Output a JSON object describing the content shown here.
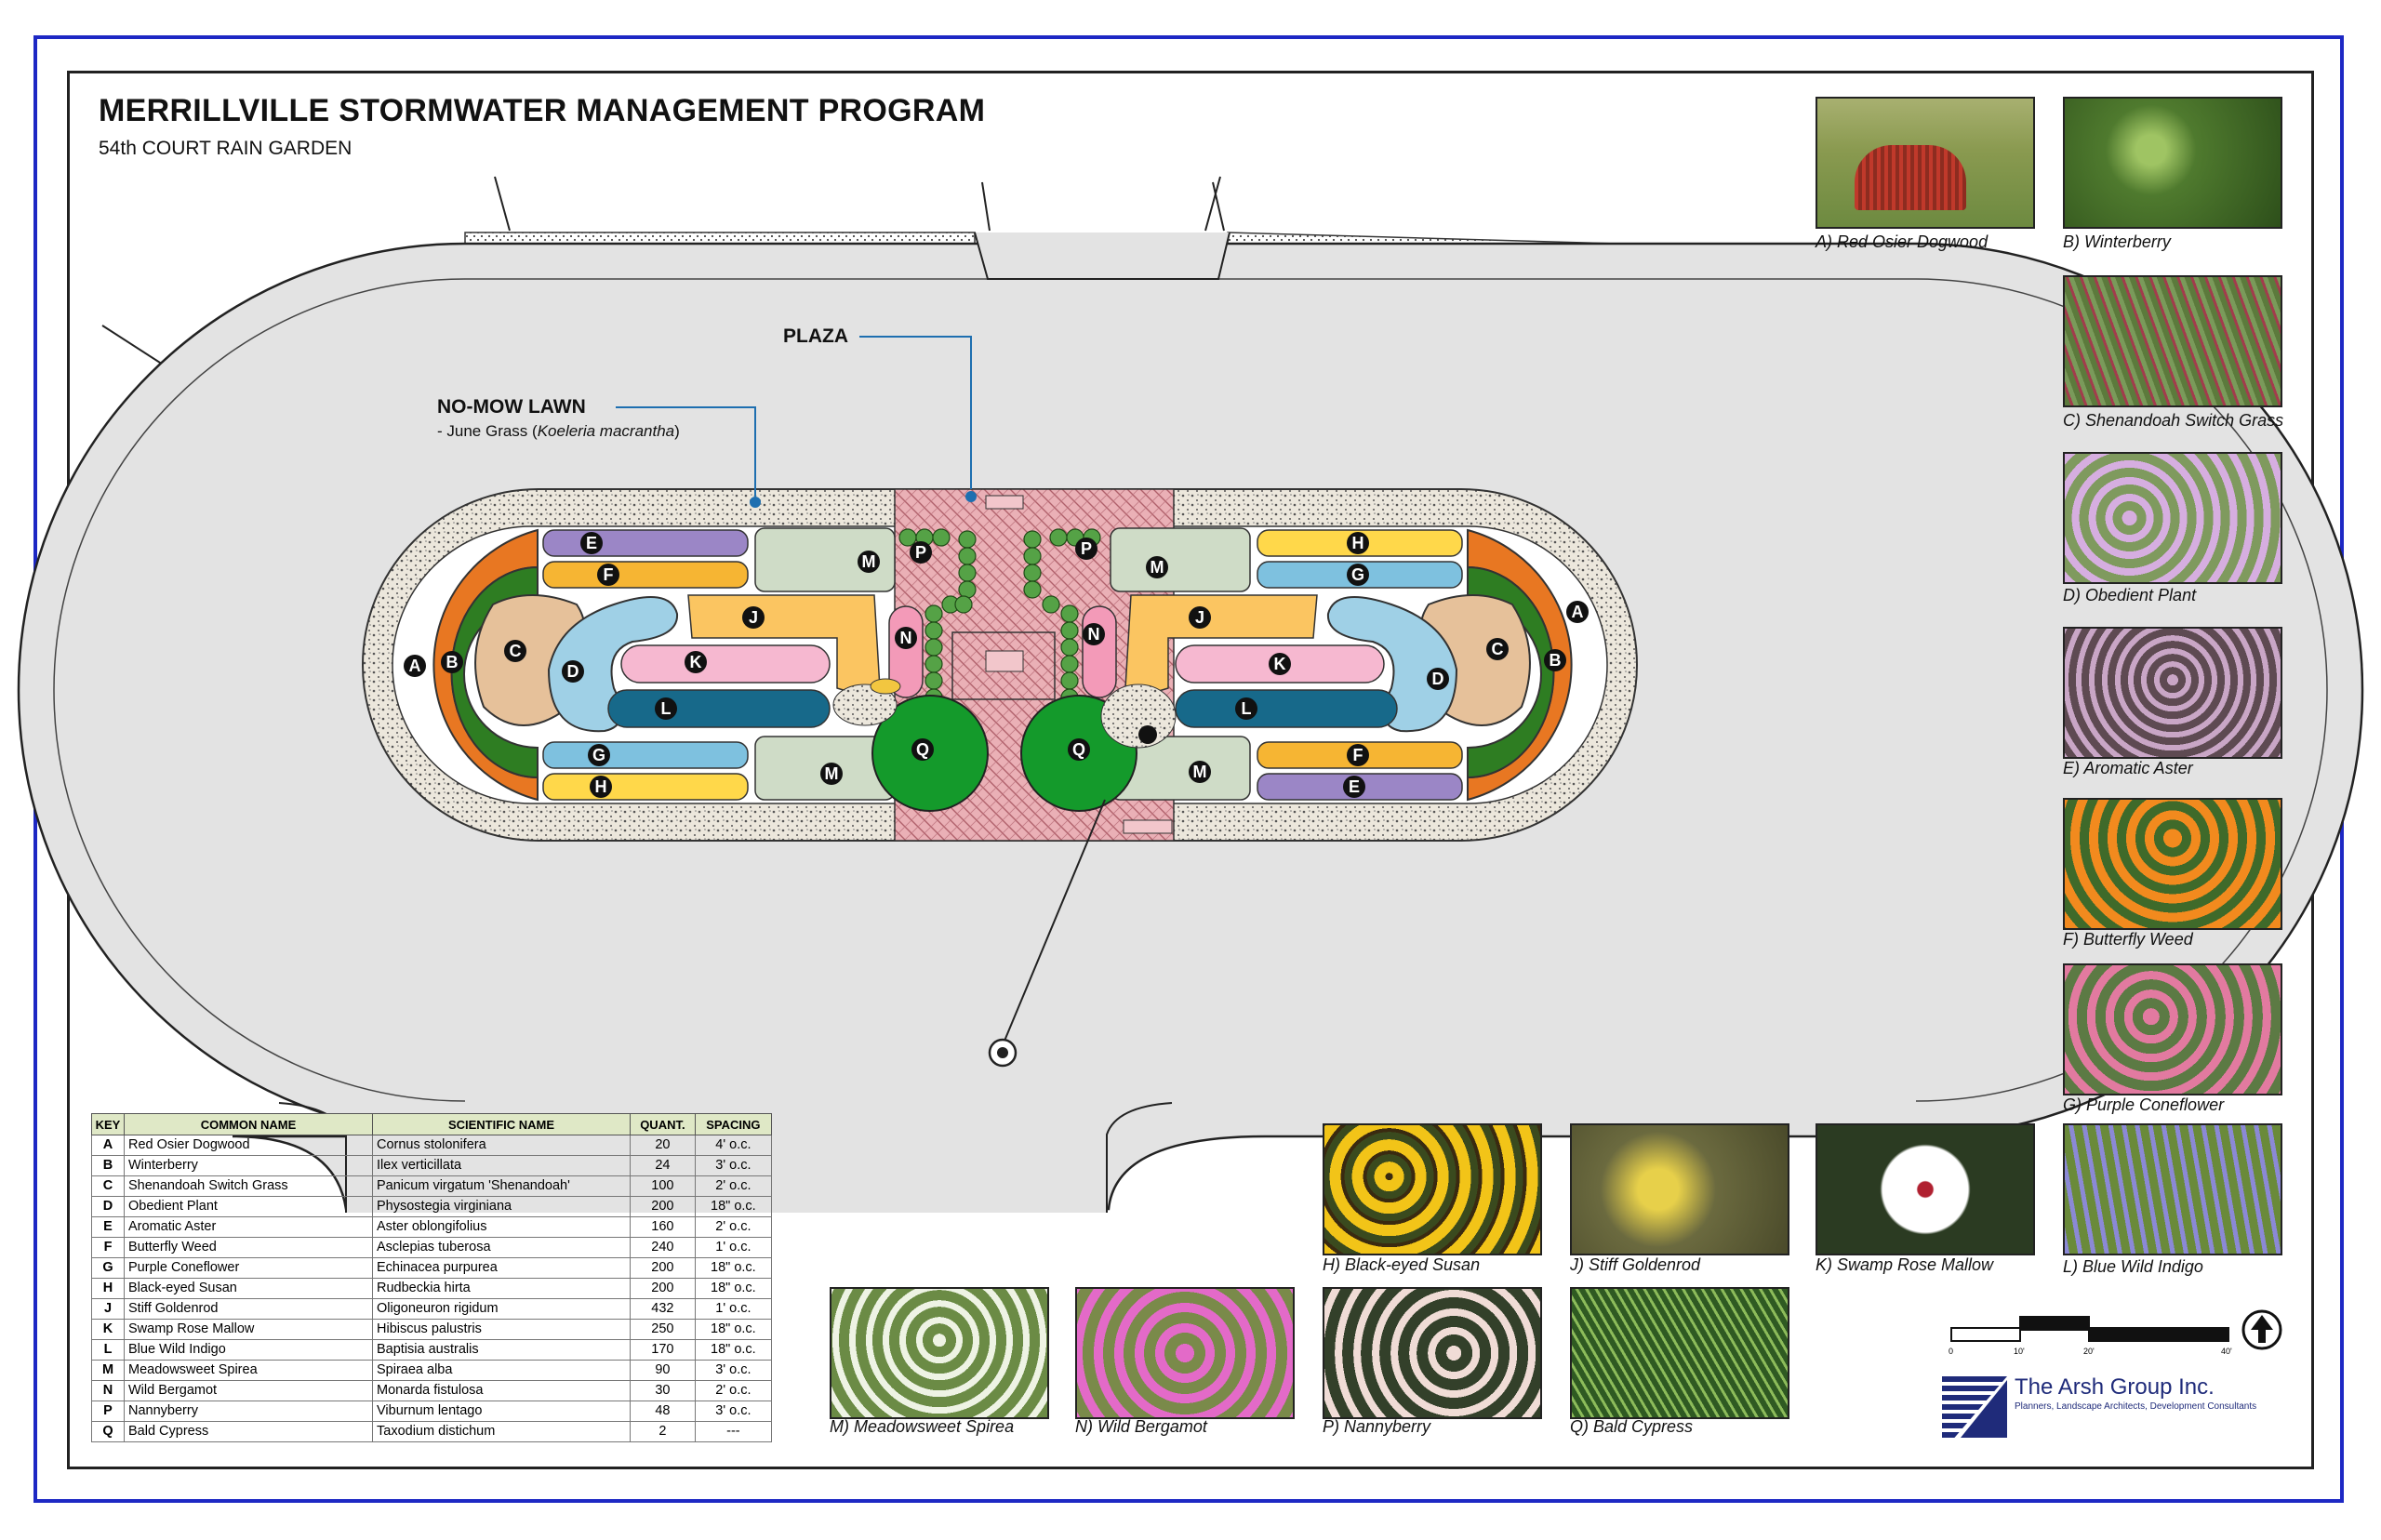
{
  "header": {
    "title": "MERRILLVILLE STORMWATER MANAGEMENT PROGRAM",
    "subtitle": "54th COURT RAIN GARDEN"
  },
  "plan": {
    "plaza_label": "PLAZA",
    "lawn_label": "NO-MOW LAWN",
    "lawn_note_prefix": "- June Grass (",
    "lawn_note_species": "Koeleria macrantha",
    "lawn_note_suffix": ")",
    "colors": {
      "pavement": "#e3e3e3",
      "A": "#e87722",
      "B": "#2e7d22",
      "C": "#e6c19a",
      "D": "#9fd0e6",
      "E": "#9b86c6",
      "F": "#f6b533",
      "G": "#7ec1df",
      "H": "#ffd84a",
      "J": "#fbc561",
      "K": "#f6b8d0",
      "L": "#17698a",
      "M": "#cfdcc7",
      "N": "#f39ab8",
      "P": "#55a246",
      "Q": "#149a2b",
      "plaza": "#e9a9b1"
    }
  },
  "plant_table": {
    "headers": [
      "KEY",
      "COMMON NAME",
      "SCIENTIFIC NAME",
      "QUANT.",
      "SPACING"
    ],
    "rows": [
      {
        "key": "A",
        "common": "Red Osier Dogwood",
        "scientific": "Cornus stolonifera",
        "quant": "20",
        "spacing": "4' o.c."
      },
      {
        "key": "B",
        "common": "Winterberry",
        "scientific": "Ilex verticillata",
        "quant": "24",
        "spacing": "3' o.c."
      },
      {
        "key": "C",
        "common": "Shenandoah Switch Grass",
        "scientific": "Panicum virgatum 'Shenandoah'",
        "quant": "100",
        "spacing": "2' o.c."
      },
      {
        "key": "D",
        "common": "Obedient Plant",
        "scientific": "Physostegia virginiana",
        "quant": "200",
        "spacing": "18\" o.c."
      },
      {
        "key": "E",
        "common": "Aromatic Aster",
        "scientific": "Aster oblongifolius",
        "quant": "160",
        "spacing": "2' o.c."
      },
      {
        "key": "F",
        "common": "Butterfly Weed",
        "scientific": "Asclepias tuberosa",
        "quant": "240",
        "spacing": "1' o.c."
      },
      {
        "key": "G",
        "common": "Purple Coneflower",
        "scientific": "Echinacea purpurea",
        "quant": "200",
        "spacing": "18\" o.c."
      },
      {
        "key": "H",
        "common": "Black-eyed Susan",
        "scientific": "Rudbeckia hirta",
        "quant": "200",
        "spacing": "18\" o.c."
      },
      {
        "key": "J",
        "common": "Stiff Goldenrod",
        "scientific": "Oligoneuron rigidum",
        "quant": "432",
        "spacing": "1' o.c."
      },
      {
        "key": "K",
        "common": "Swamp Rose Mallow",
        "scientific": "Hibiscus palustris",
        "quant": "250",
        "spacing": "18\" o.c."
      },
      {
        "key": "L",
        "common": "Blue Wild Indigo",
        "scientific": "Baptisia australis",
        "quant": "170",
        "spacing": "18\" o.c."
      },
      {
        "key": "M",
        "common": "Meadowsweet Spirea",
        "scientific": "Spiraea alba",
        "quant": "90",
        "spacing": "3' o.c."
      },
      {
        "key": "N",
        "common": "Wild Bergamot",
        "scientific": "Monarda fistulosa",
        "quant": "30",
        "spacing": "2' o.c."
      },
      {
        "key": "P",
        "common": "Nannyberry",
        "scientific": "Viburnum lentago",
        "quant": "48",
        "spacing": "3' o.c."
      },
      {
        "key": "Q",
        "common": "Bald Cypress",
        "scientific": "Taxodium distichum",
        "quant": "2",
        "spacing": "---"
      }
    ]
  },
  "photos": [
    {
      "id": "A",
      "caption": "A) Red Osier Dogwood",
      "bg": "#8a9a50",
      "accent": "#c0392b"
    },
    {
      "id": "B",
      "caption": "B) Winterberry",
      "bg": "#4f7a2e",
      "accent": "#9fc463"
    },
    {
      "id": "C",
      "caption": "C) Shenandoah Switch Grass",
      "bg": "#5c7a3c",
      "accent": "#a23c4c"
    },
    {
      "id": "D",
      "caption": "D) Obedient Plant",
      "bg": "#7f9a5e",
      "accent": "#d6aee0"
    },
    {
      "id": "E",
      "caption": "E) Aromatic Aster",
      "bg": "#5e4a52",
      "accent": "#c9a6c6"
    },
    {
      "id": "F",
      "caption": "F) Butterfly Weed",
      "bg": "#3f6a2a",
      "accent": "#f28a1e"
    },
    {
      "id": "G",
      "caption": "G) Purple Coneflower",
      "bg": "#5c7a44",
      "accent": "#e27aa0"
    },
    {
      "id": "L",
      "caption": "L) Blue Wild Indigo",
      "bg": "#6a8a3a",
      "accent": "#8b89d6"
    },
    {
      "id": "H",
      "caption": "H) Black-eyed Susan",
      "bg": "#3a4a1e",
      "accent": "#f2c418"
    },
    {
      "id": "J",
      "caption": "J) Stiff Goldenrod",
      "bg": "#6b6a3f",
      "accent": "#e7d04a"
    },
    {
      "id": "K",
      "caption": "K) Swamp Rose Mallow",
      "bg": "#2b3b22",
      "accent": "#ffffff"
    },
    {
      "id": "M",
      "caption": "M) Meadowsweet Spirea",
      "bg": "#6b8b45",
      "accent": "#eef3e4"
    },
    {
      "id": "N",
      "caption": "N) Wild Bergamot",
      "bg": "#7a8a4a",
      "accent": "#e36ac8"
    },
    {
      "id": "P",
      "caption": "P) Nannyberry",
      "bg": "#33402a",
      "accent": "#f0dcd6"
    },
    {
      "id": "Q",
      "caption": "Q) Bald Cypress",
      "bg": "#2f5a22",
      "accent": "#8cbb5a"
    }
  ],
  "scale_bar": {
    "ticks": [
      "0",
      "10'",
      "20'",
      "40'"
    ]
  },
  "logo": {
    "name": "The Arsh Group Inc.",
    "tagline": "Planners, Landscape Architects, Development Consultants",
    "color": "#1f2b7a"
  }
}
